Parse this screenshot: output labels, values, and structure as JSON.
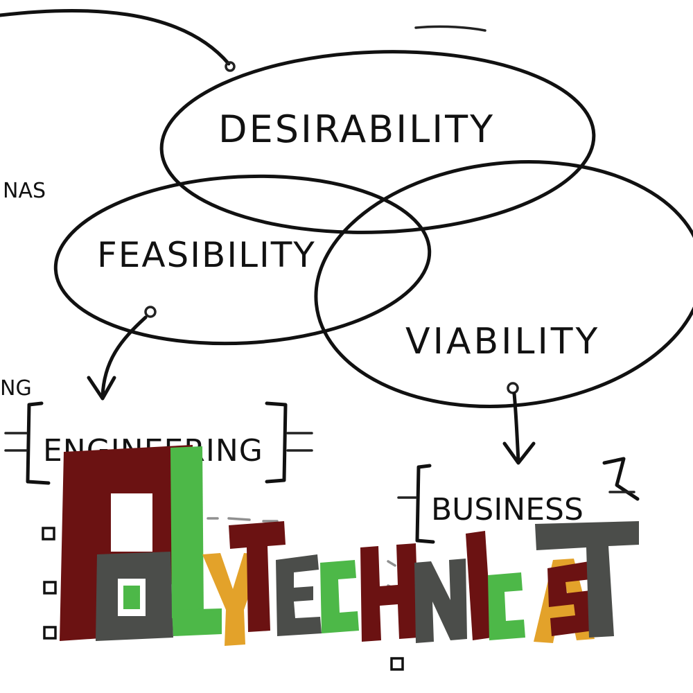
{
  "sketch": {
    "desirability": "DESIRABILITY",
    "feasibility": "FEASIBILITY",
    "viability": "VIABILITY",
    "engineering": "ENGINEERING",
    "business": "BUSINESS",
    "left_fragment_top": "NAS",
    "left_fragment_bottom": "NG"
  },
  "logo": {
    "text": "POLYTECHNICAST",
    "colors": {
      "maroon": "#6b1212",
      "green": "#4db848",
      "gray": "#4b4d4a",
      "gold": "#e3a22a"
    },
    "letters": [
      {
        "char": "P",
        "color": "#6b1212"
      },
      {
        "char": "O",
        "color": "#4b4d4a"
      },
      {
        "char": "L",
        "color": "#4db848"
      },
      {
        "char": "Y",
        "color": "#e3a22a"
      },
      {
        "char": "T",
        "color": "#6b1212"
      },
      {
        "char": "E",
        "color": "#4b4d4a"
      },
      {
        "char": "C",
        "color": "#4db848"
      },
      {
        "char": "H",
        "color": "#6b1212"
      },
      {
        "char": "N",
        "color": "#4b4d4a"
      },
      {
        "char": "I",
        "color": "#6b1212"
      },
      {
        "char": "C",
        "color": "#4db848"
      },
      {
        "char": "A",
        "color": "#e3a22a"
      },
      {
        "char": "S",
        "color": "#6b1212"
      },
      {
        "char": "T",
        "color": "#4b4d4a"
      }
    ]
  }
}
